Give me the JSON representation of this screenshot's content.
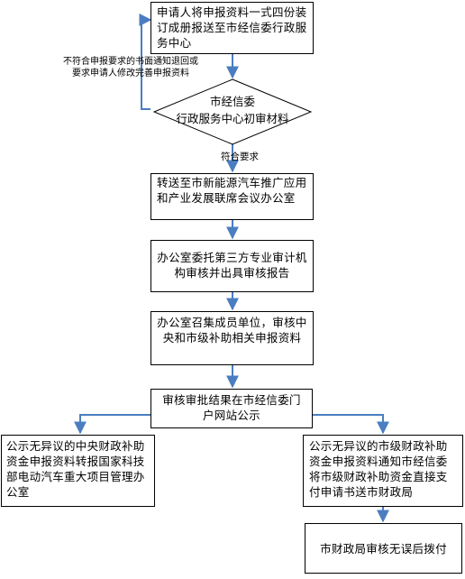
{
  "steps": {
    "submit": "申请人将申报资料一式四份装订成册报送至市经信委行政服务中心",
    "review": {
      "line1": "市经信委",
      "line2": "行政服务中心初审材料"
    },
    "forward": "转送至市新能源汽车推广应用和产业发展联席会议办公室",
    "audit": "办公室委托第三方专业审计机构审核并出具审核报告",
    "meeting": "办公室召集成员单位，审核中央和市级补助相关申报资料",
    "publicize": "审核审批结果在市经信委门户网站公示",
    "central": "公示无异议的中央财政补助资金申报资料转报国家科技部电动汽车重大项目管理办公室",
    "municipal": "公示无异议的市级财政补助资金申报资料通知市经信委将市级财政补助资金直接支付申请书送市财政局",
    "payment": "市财政局审核无误后拨付"
  },
  "labels": {
    "reject": {
      "line1": "不符合申报要求的书面通知退回或",
      "line2": "要求申请人修改完善申报资料"
    },
    "pass": "符合要求"
  },
  "colors": {
    "connector": "#4a7ec0",
    "border": "#000000"
  }
}
